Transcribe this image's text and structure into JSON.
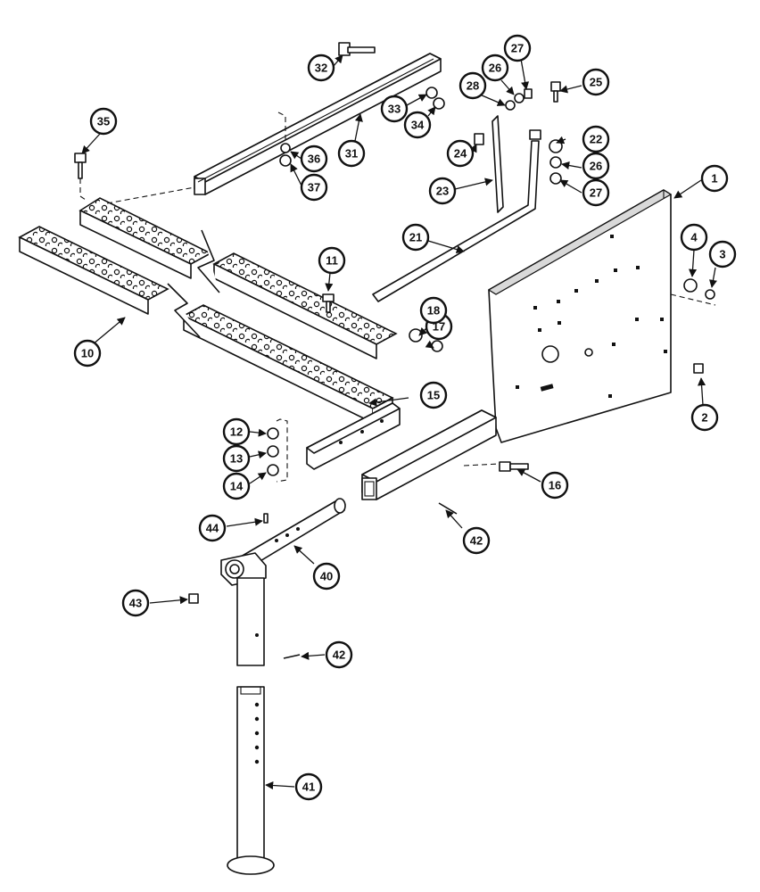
{
  "diagram": {
    "callouts": [
      "1",
      "2",
      "3",
      "4",
      "10",
      "11",
      "12",
      "13",
      "14",
      "15",
      "16",
      "17",
      "18",
      "21",
      "22",
      "23",
      "24",
      "25",
      "26",
      "27",
      "28",
      "26",
      "27",
      "31",
      "32",
      "33",
      "34",
      "35",
      "36",
      "37",
      "40",
      "41",
      "42",
      "42",
      "43",
      "44"
    ]
  }
}
